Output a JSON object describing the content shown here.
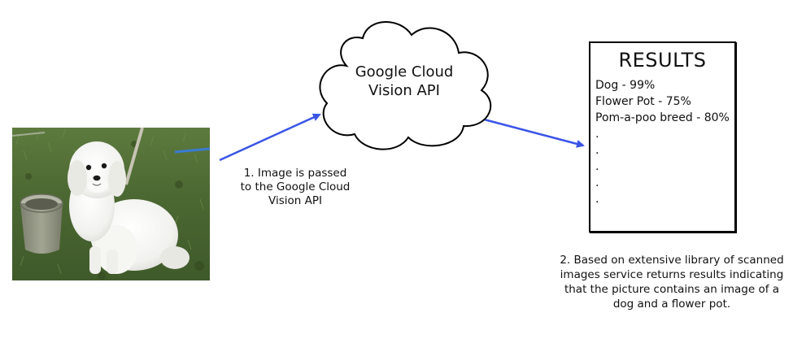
{
  "cloud": {
    "label": "Google Cloud\nVision API"
  },
  "step1": {
    "text": "1. Image is passed\nto the Google Cloud\nVision API"
  },
  "results": {
    "title": "RESULTS",
    "items": [
      "Dog - 99%",
      "Flower Pot - 75%",
      "Pom-a-poo breed - 80%"
    ],
    "ellipsis": [
      ".",
      ".",
      ".",
      ".",
      "."
    ]
  },
  "step2": {
    "text": "2. Based on extensive library of scanned images service returns results indicating that the picture contains an image of a dog and a flower pot."
  },
  "colors": {
    "arrow": "#3a55e6",
    "grass": "#4f6b34",
    "dog": "#f4f4f2",
    "pot": "#8d8f80"
  },
  "image": {
    "icon": "dog-photo-image"
  }
}
